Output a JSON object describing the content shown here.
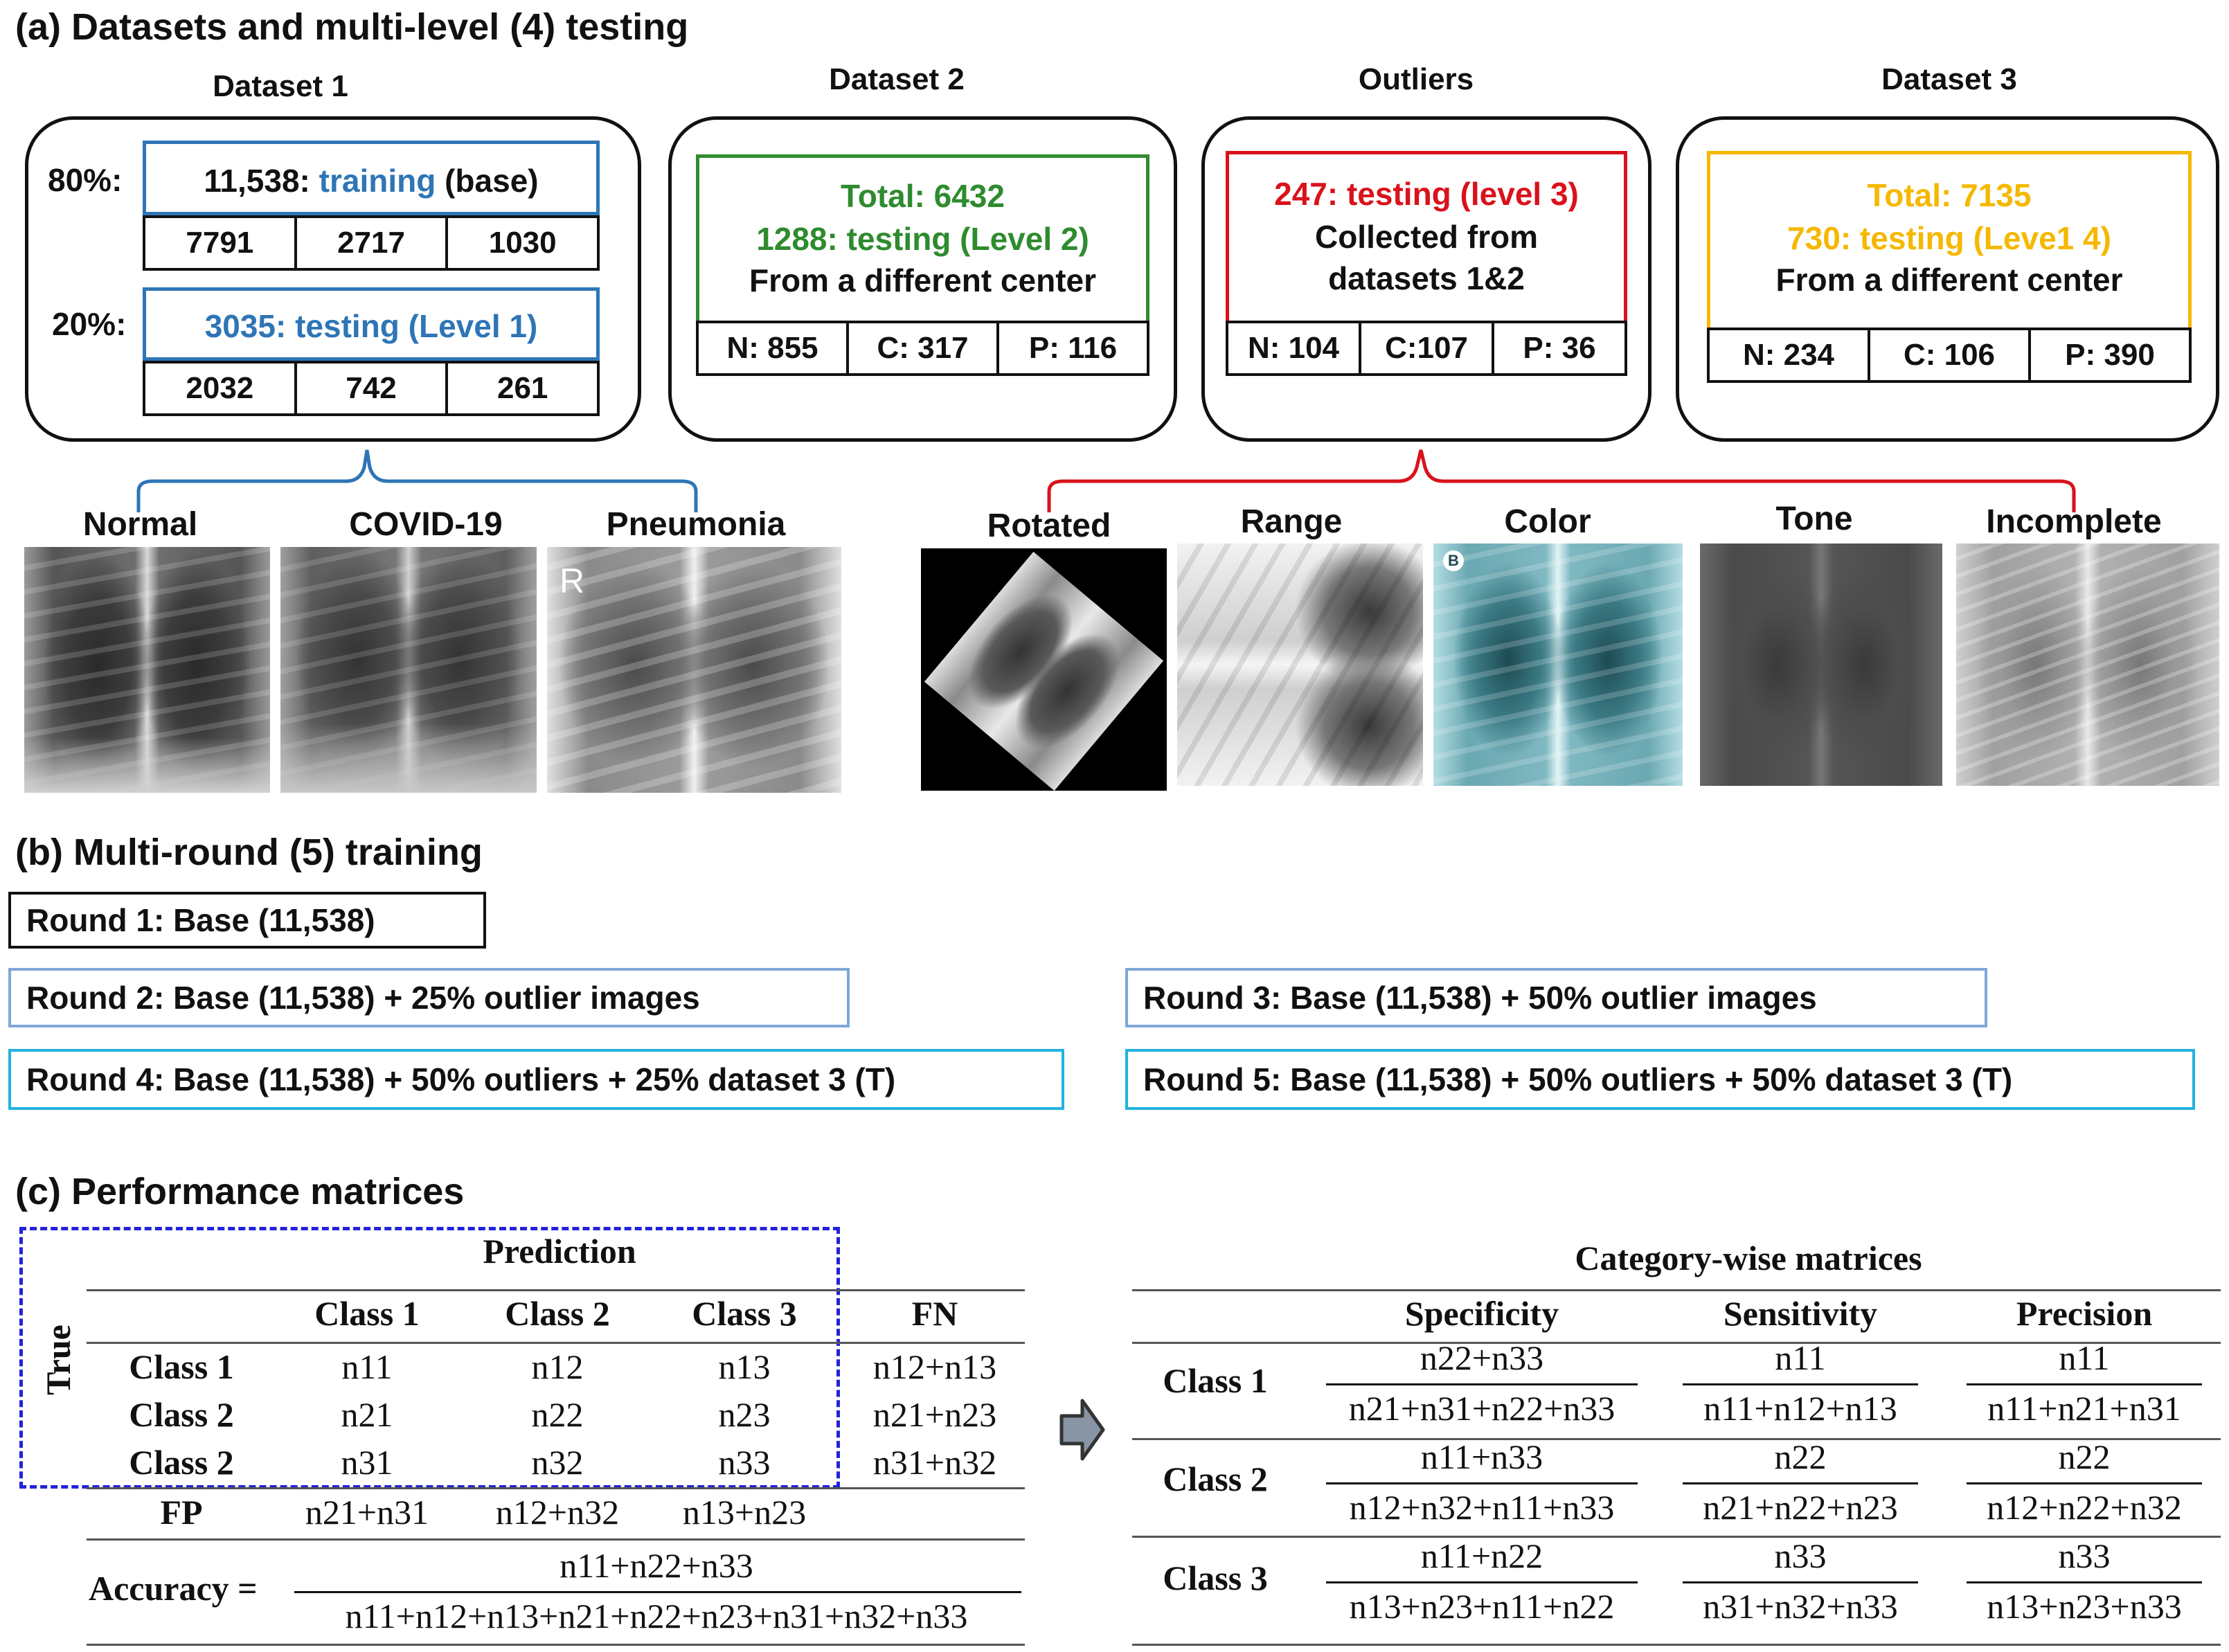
{
  "section_a": {
    "heading": "(a) Datasets and multi-level (4) testing",
    "dataset1": {
      "title": "Dataset 1",
      "pct_train": "80%:",
      "pct_test": "20%:",
      "train_count": "11,538:",
      "train_word": "training",
      "train_suffix": "(base)",
      "train_split": [
        "7791",
        "2717",
        "1030"
      ],
      "test_label": "3035: testing (Level 1)",
      "test_split": [
        "2032",
        "742",
        "261"
      ]
    },
    "dataset2": {
      "title": "Dataset 2",
      "line1": "Total: 6432",
      "line2": "1288: testing (Level 2)",
      "line3": "From a different center",
      "split": [
        "N: 855",
        "C: 317",
        "P: 116"
      ]
    },
    "outliers": {
      "title": "Outliers",
      "line1": "247: testing (level 3)",
      "line2": "Collected from",
      "line3": "datasets 1&2",
      "split": [
        "N: 104",
        "C:107",
        "P: 36"
      ]
    },
    "dataset3": {
      "title": "Dataset 3",
      "line1": "Total: 7135",
      "line2": "730: testing (Leve1 4)",
      "line3": "From a different center",
      "split": [
        "N: 234",
        "C: 106",
        "P: 390"
      ]
    },
    "class_images": [
      "Normal",
      "COVID-19",
      "Pneumonia"
    ],
    "outlier_images": [
      "Rotated",
      "Range",
      "Color",
      "Tone",
      "Incomplete"
    ],
    "xray_markers": {
      "pneumonia": "R",
      "color": "B"
    }
  },
  "section_b": {
    "heading": "(b) Multi-round (5) training",
    "rounds": [
      "Round 1: Base (11,538)",
      "Round 2: Base (11,538) + 25% outlier images",
      "Round 3: Base (11,538) + 50% outlier images",
      "Round 4: Base (11,538) + 50% outliers + 25% dataset 3 (T)",
      "Round 5: Base (11,538) + 50% outliers + 50% dataset 3 (T)"
    ]
  },
  "section_c": {
    "heading": "(c) Performance matrices",
    "confusion": {
      "prediction_label": "Prediction",
      "true_label": "True",
      "columns": [
        "Class 1",
        "Class 2",
        "Class 3",
        "FN"
      ],
      "rows": [
        {
          "label": "Class 1",
          "cells": [
            "n11",
            "n12",
            "n13",
            "n12+n13"
          ]
        },
        {
          "label": "Class 2",
          "cells": [
            "n21",
            "n22",
            "n23",
            "n21+n23"
          ]
        },
        {
          "label": "Class 2",
          "cells": [
            "n31",
            "n32",
            "n33",
            "n31+n32"
          ]
        }
      ],
      "fp_label": "FP",
      "fp": [
        "n21+n31",
        "n12+n32",
        "n13+n23"
      ],
      "accuracy_label": "Accuracy =",
      "accuracy_num": "n11+n22+n33",
      "accuracy_den": "n11+n12+n13+n21+n22+n23+n31+n32+n33"
    },
    "category": {
      "title": "Category-wise matrices",
      "columns": [
        "Specificity",
        "Sensitivity",
        "Precision"
      ],
      "rows": [
        {
          "label": "Class 1",
          "cells": [
            [
              "n22+n33",
              "n21+n31+n22+n33"
            ],
            [
              "n11",
              "n11+n12+n13"
            ],
            [
              "n11",
              "n11+n21+n31"
            ]
          ]
        },
        {
          "label": "Class 2",
          "cells": [
            [
              "n11+n33",
              "n12+n32+n11+n33"
            ],
            [
              "n22",
              "n21+n22+n23"
            ],
            [
              "n22",
              "n12+n22+n32"
            ]
          ]
        },
        {
          "label": "Class 3",
          "cells": [
            [
              "n11+n22",
              "n13+n23+n11+n22"
            ],
            [
              "n33",
              "n31+n32+n33"
            ],
            [
              "n33",
              "n13+n23+n33"
            ]
          ]
        }
      ]
    }
  },
  "colors": {
    "blue": "#2e75b6",
    "green": "#2e8b2e",
    "red": "#d9121b",
    "yellow": "#f5b800",
    "round_blue": "#7fa7d8",
    "round_cyan": "#21b2e0",
    "dash_blue": "#2222dd"
  }
}
